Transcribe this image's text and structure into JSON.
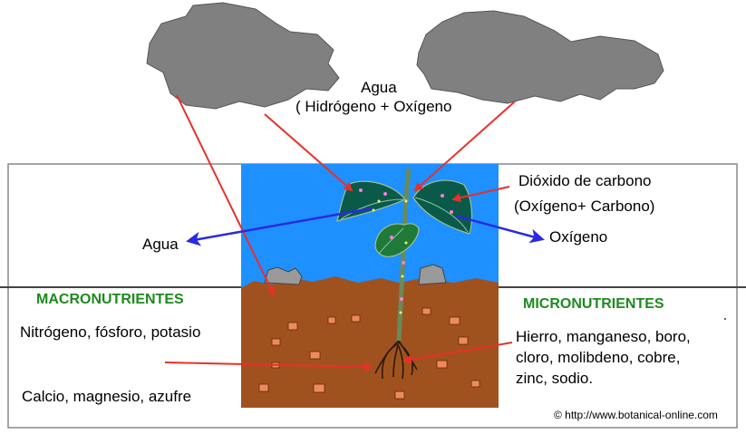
{
  "labels": {
    "agua_top": "Agua",
    "hidrogeno_oxigeno": "( Hidrógeno + Oxígeno",
    "dioxido": "Dióxido de carbono",
    "oxigeno_carbono": "(Oxígeno+ Carbono)",
    "agua_left": "Agua",
    "oxigeno_right": "Oxígeno",
    "macro_title": "MACRONUTRIENTES",
    "macro_1": "Nitrógeno, fósforo, potasio",
    "macro_2": "Calcio, magnesio, azufre",
    "micro_title": "MICRONUTRIENTES",
    "micro_1": "Hierro, manganeso, boro,",
    "micro_2": "cloro, molibdeno, cobre,",
    "micro_3": "zinc, sodio.",
    "credit": "© http://www.botanical-online.com"
  },
  "colors": {
    "sky": "#1e90ff",
    "soil": "#a0521e",
    "cloud": "#808080",
    "red_arrow": "#e8302a",
    "blue_arrow": "#2a2ae0",
    "leaf": "#0a5a4a",
    "green_text": "#1e8a1e"
  }
}
